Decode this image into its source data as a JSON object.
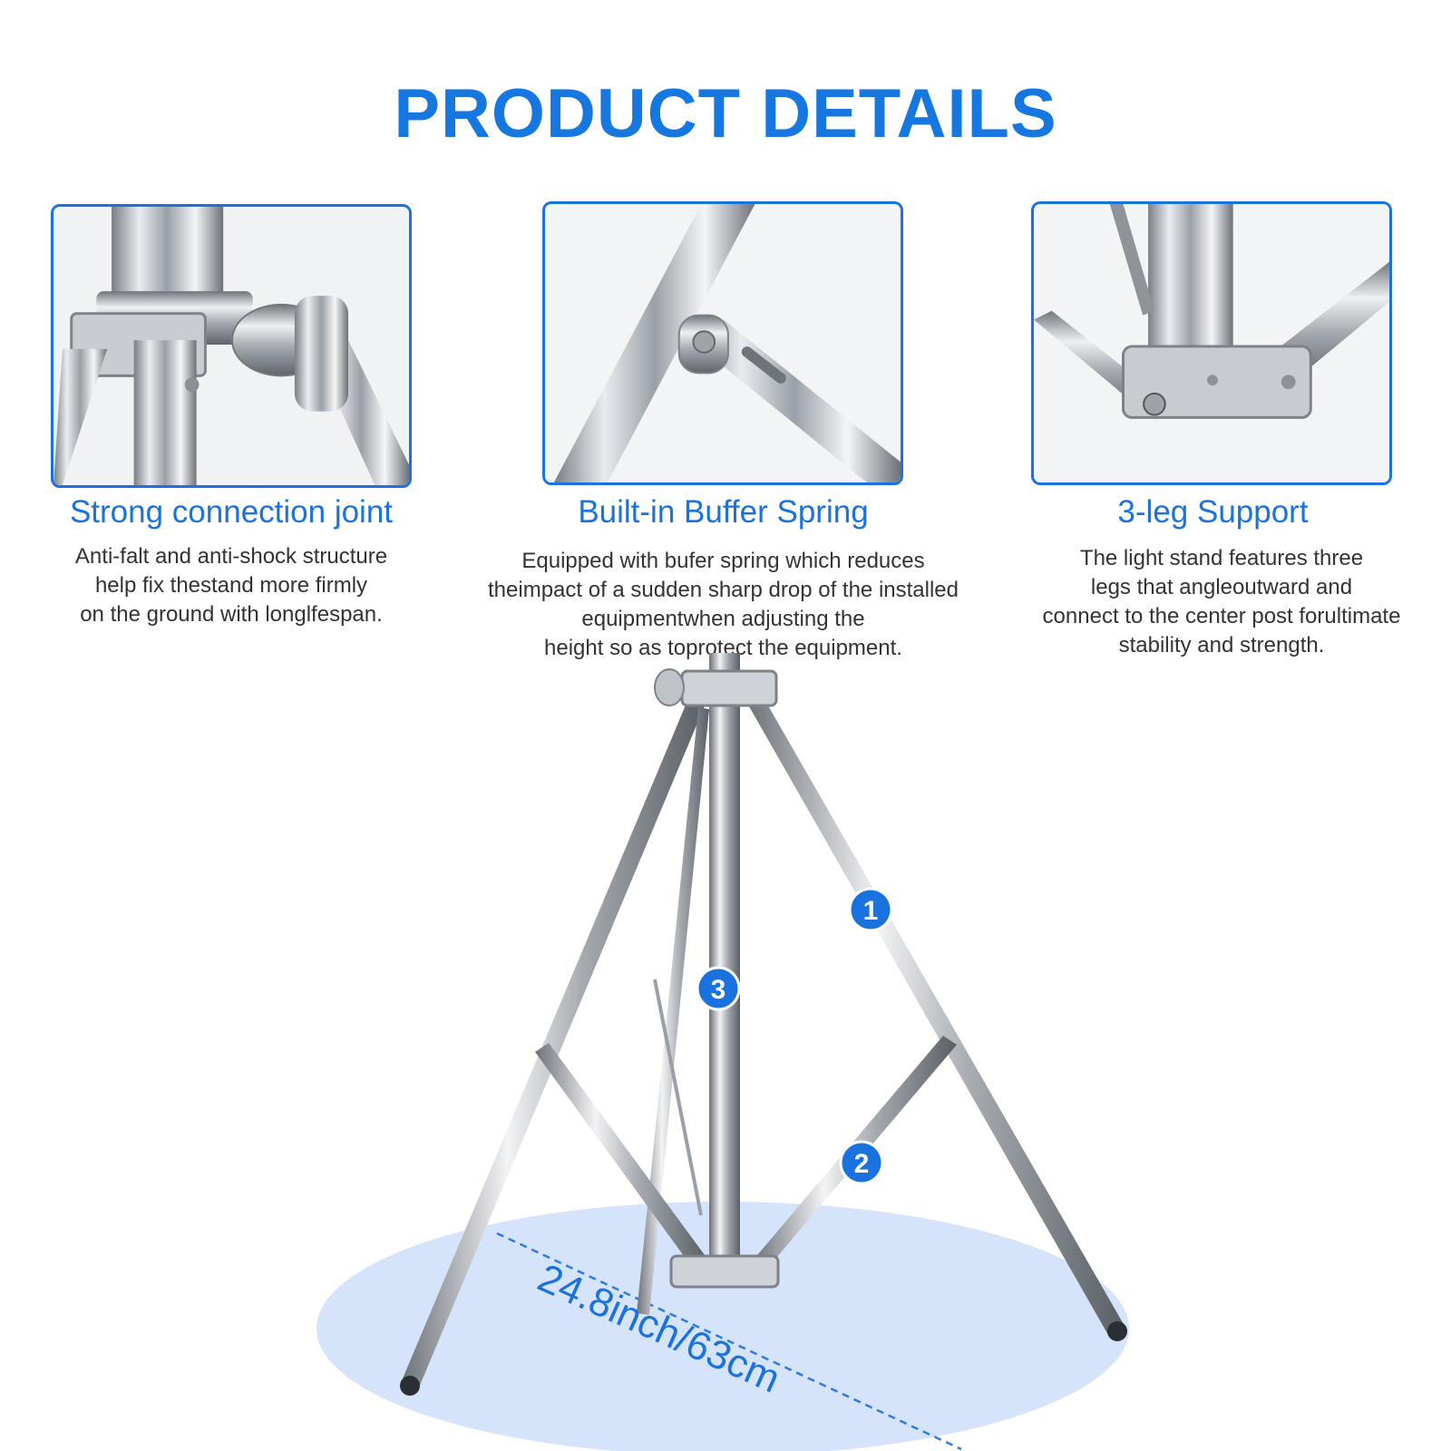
{
  "header": {
    "title": "PRODUCT DETAILS"
  },
  "features": [
    {
      "title": "Strong connection joint",
      "lines": [
        "Anti-falt and anti-shock structure",
        "help fix thestand more firmly",
        "on the ground with longlfespan."
      ]
    },
    {
      "title": "Built-in Buffer Spring",
      "lines": [
        "Equipped with bufer spring which reduces",
        "theimpact of a sudden sharp drop of the installed",
        "equipmentwhen adjusting the",
        "height so as toprotect the equipment."
      ]
    },
    {
      "title": "3-leg Support",
      "lines": [
        "The light stand features three",
        "legs that angleoutward and",
        "connect to the center post forultimate",
        "stability and strength."
      ]
    }
  ],
  "diagram": {
    "markers": [
      "1",
      "2",
      "3"
    ],
    "dimension_label": "24.8inch/63cm"
  },
  "colors": {
    "accent": "#1a72df",
    "title": "#1677e0",
    "text": "#333333",
    "floor": "#d6e4fb"
  }
}
